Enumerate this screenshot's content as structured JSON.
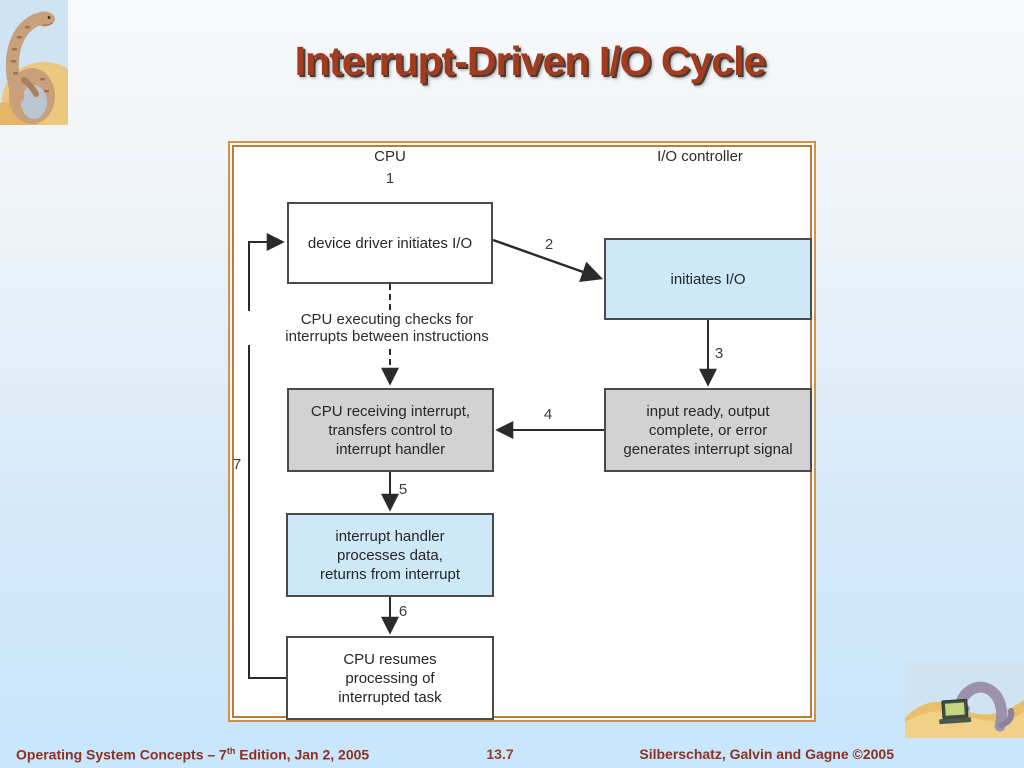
{
  "slide": {
    "title": "Interrupt-Driven I/O Cycle"
  },
  "diagram": {
    "column_headers": {
      "left": "CPU",
      "right": "I/O controller"
    },
    "note": "CPU executing checks for\ninterrupts between instructions",
    "nodes": [
      {
        "id": "device-driver",
        "label": "device driver initiates I/O"
      },
      {
        "id": "initiates-io",
        "label": "initiates I/O"
      },
      {
        "id": "cpu-receiving",
        "label": "CPU receiving interrupt,\ntransfers control to\ninterrupt handler"
      },
      {
        "id": "input-ready",
        "label": "input ready, output\ncomplete, or error\ngenerates interrupt signal"
      },
      {
        "id": "interrupt-handler",
        "label": "interrupt handler\nprocesses data,\nreturns from interrupt"
      },
      {
        "id": "cpu-resumes",
        "label": "CPU resumes\nprocessing of\ninterrupted task"
      }
    ],
    "step_labels": [
      "1",
      "2",
      "3",
      "4",
      "5",
      "6",
      "7"
    ]
  },
  "footer": {
    "left_main": "Operating System Concepts – 7",
    "left_sup": "th",
    "left_rest": " Edition, Jan 2, 2005",
    "page": "13.7",
    "right": "Silberschatz, Galvin and Gagne ©2005"
  },
  "images": {
    "top_left": "dinosaur-mascot",
    "bottom_right": "dinosaur-with-laptop"
  },
  "colors": {
    "title": "#a33c1e",
    "frame_border": "#c9863f",
    "box_blue": "#cde9f7",
    "box_gray": "#d2d2d2",
    "box_white": "#ffffff",
    "footer_text": "#8e3120"
  }
}
